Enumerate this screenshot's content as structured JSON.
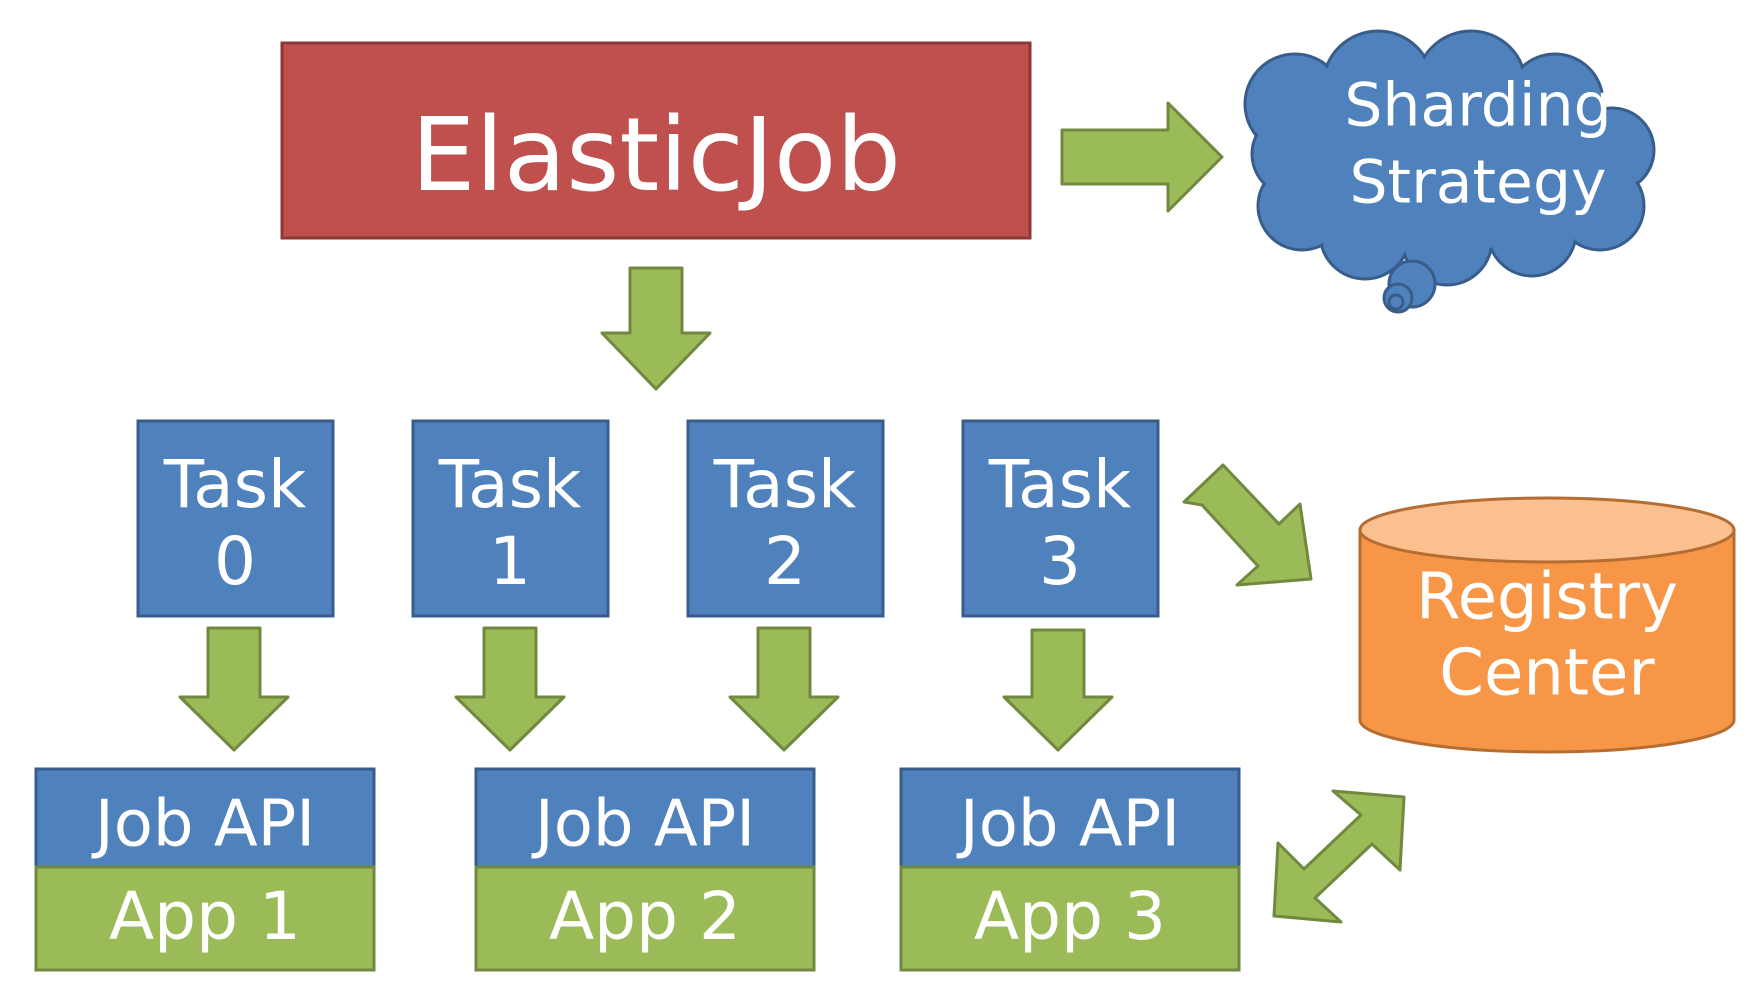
{
  "diagram": {
    "main_box": {
      "label": "ElasticJob"
    },
    "sharding": {
      "line1": "Sharding",
      "line2": "Strategy"
    },
    "tasks": [
      {
        "line1": "Task",
        "line2": "0"
      },
      {
        "line1": "Task",
        "line2": "1"
      },
      {
        "line1": "Task",
        "line2": "2"
      },
      {
        "line1": "Task",
        "line2": "3"
      }
    ],
    "registry": {
      "line1": "Registry",
      "line2": "Center"
    },
    "apps": [
      {
        "api_label": "Job API",
        "app_label": "App 1"
      },
      {
        "api_label": "Job API",
        "app_label": "App 2"
      },
      {
        "api_label": "Job API",
        "app_label": "App 3"
      }
    ]
  },
  "colors": {
    "elasticjob_fill": "#C0504D",
    "blue_fill": "#4F81BD",
    "green_fill": "#9BBB59",
    "registry_fill": "#F79646",
    "registry_top": "#FAC090"
  }
}
